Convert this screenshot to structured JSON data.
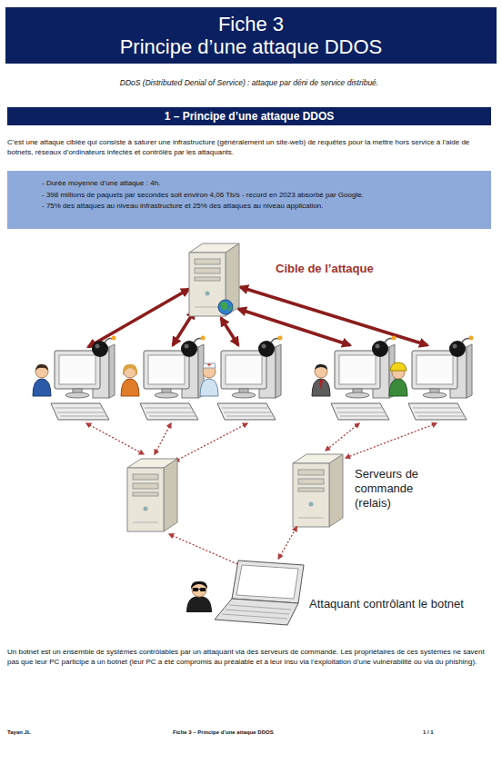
{
  "diagram": {
    "nodes": [
      {
        "text": [
          "Fiche 3",
          "Principe d’une attaque DDOS"
        ]
      },
      {
        "text": [
          "1 – Principe d’une attaque DDOS"
        ]
      },
      {
        "text": [
          "- Durée moyenne d’une attaque : 4h.",
          "- 398 millions de paquets par secondes soit environ 4,06 Tb/s - record en 2023 absorbé par Google.",
          "- 75% des attaques au niveau infrastructure et 25% des attaques au niveau application."
        ]
      },
      {
        "text": [
          "Cible de l’attaque"
        ]
      },
      {
        "text": [
          "Serveurs de commande (relais)"
        ]
      },
      {
        "text": [
          "Attaquant contrôlant le botnet"
        ]
      }
    ],
    "edges": [
      {
        "from": 5,
        "to": 4,
        "arrow": "both"
      }
    ],
    "labels": [
      "DDoS (Distributed Denial of Service) : attaque par déni de service distribué.",
      "C’est une attaque ciblée qui consiste à saturer une infrastructure (généralement un site-web) de requêtes pour la mettre hors service à l’aide de botnets, réseaux d’ordinateurs infectés et contrôlés par les attaquants.",
      "Un botnet est un ensemble de systèmes contrôlables par un attaquant via des serveurs de commande. Les propriétaires de ces systèmes ne savent pas que leur PC participe à un botnet (leur PC a été compromis au préalable et à leur insu via l’exploitation d’une vulnérabilité ou via du phishing).",
      "Tayan JL",
      "Fiche 3 – Principe d’une attaque DDOS",
      "1 / 1"
    ]
  }
}
